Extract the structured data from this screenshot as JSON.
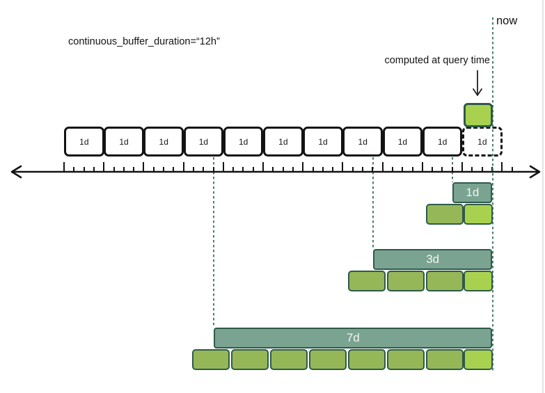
{
  "labels": {
    "config": "continuous_buffer_duration=“12h”",
    "now": "now",
    "annotation": "computed at query time"
  },
  "timeline": {
    "box_label": "1d",
    "solid_box_count": 10,
    "dashed_box_count": 1,
    "ticks_per_day": 4
  },
  "windows": [
    {
      "label": "1d",
      "days": 1,
      "precomputed_day_blocks": 1,
      "buffer_block": true
    },
    {
      "label": "3d",
      "days": 3,
      "precomputed_day_blocks": 3,
      "buffer_block": true
    },
    {
      "label": "7d",
      "days": 7,
      "precomputed_day_blocks": 7,
      "buffer_block": true
    }
  ],
  "colors": {
    "bar_teal": "#7ba392",
    "border_dark_teal": "#2e5a49",
    "block_olive": "#96b757",
    "block_light_green": "#a9d150",
    "guide_teal": "#4a7f6e",
    "ink": "#131313",
    "bar_label_text": "#f1f5f0",
    "edge_line": "#e4e4e4"
  }
}
